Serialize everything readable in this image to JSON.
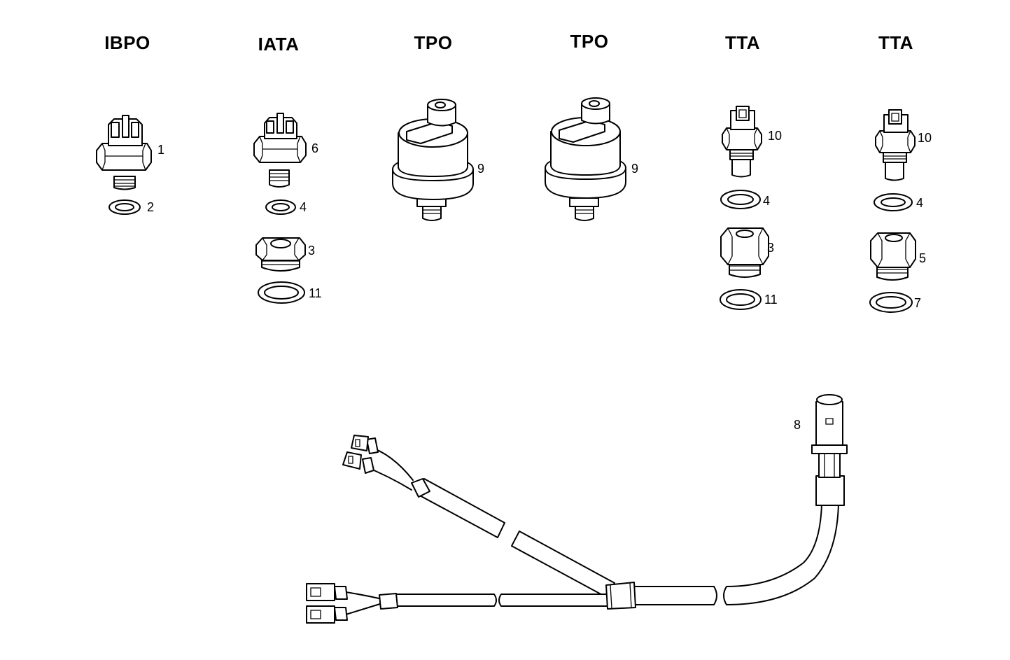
{
  "headers": [
    "IBPO",
    "IATA",
    "TPO",
    "TPO",
    "TTA",
    "TTA"
  ],
  "callouts": {
    "c1": "1",
    "c2": "2",
    "c6": "6",
    "c4a": "4",
    "c3a": "3",
    "c11a": "11",
    "c9a": "9",
    "c9b": "9",
    "c10a": "10",
    "c4b": "4",
    "c3b": "3",
    "c11b": "11",
    "c10b": "10",
    "c4c": "4",
    "c5": "5",
    "c7": "7",
    "c8": "8"
  }
}
